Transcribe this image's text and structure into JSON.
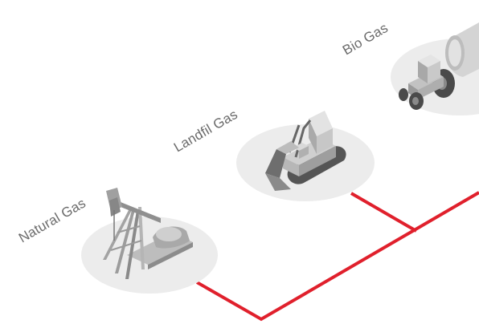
{
  "sources": [
    {
      "id": "natural",
      "label": "Natural Gas",
      "icon": "oil-pump-jack-icon"
    },
    {
      "id": "landfill",
      "label": "Landfil Gas",
      "icon": "bulldozer-loader-icon"
    },
    {
      "id": "bio",
      "label": "Bio Gas",
      "icon": "tractor-tank-icon"
    }
  ],
  "colors": {
    "connector": "#e0202c",
    "platform": "#ececec",
    "label": "#6b6b6b"
  }
}
